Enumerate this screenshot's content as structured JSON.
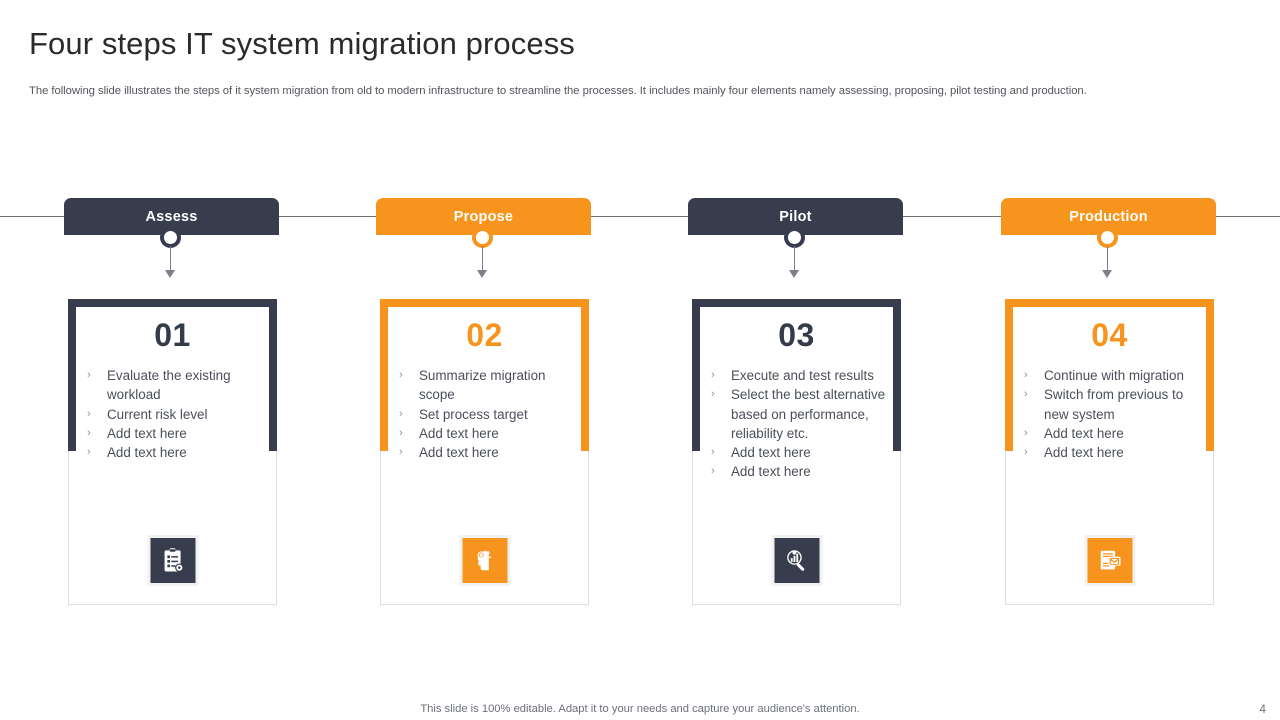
{
  "header": {
    "title": "Four steps IT system migration  process",
    "subtitle": "The following slide illustrates the steps of it system migration from old to modern infrastructure to streamline the processes.  It includes mainly four elements namely assessing, proposing, pilot testing and production."
  },
  "colors": {
    "dark": "#373d4c",
    "orange": "#f7941e",
    "rule": "#6b6f78",
    "body_text": "#4a4f5a"
  },
  "stages": [
    {
      "label": "Assess",
      "number": "01",
      "theme": "dark",
      "icon": "clipboard-settings-icon",
      "bullets": [
        "Evaluate the existing workload",
        "Current  risk level",
        "Add text  here",
        "Add text  here"
      ]
    },
    {
      "label": "Propose",
      "number": "02",
      "theme": "orange",
      "icon": "head-idea-icon",
      "bullets": [
        "Summarize migration scope",
        "Set process target",
        "Add text  here",
        "Add text  here"
      ]
    },
    {
      "label": "Pilot",
      "number": "03",
      "theme": "dark",
      "icon": "magnifier-chart-icon",
      "bullets": [
        "Execute and test results",
        "Select the best alternative  based on performance, reliability etc.",
        "Add text here",
        "Add text here"
      ]
    },
    {
      "label": "Production",
      "number": "04",
      "theme": "orange",
      "icon": "monitor-message-icon",
      "bullets": [
        "Continue with migration",
        "Switch from previous to new system",
        "Add text  here",
        "Add text  here"
      ]
    }
  ],
  "bullet_marker": "›",
  "footer": {
    "note": "This slide is 100% editable. Adapt it to your needs and capture your audience's attention.",
    "page_number": "4"
  }
}
